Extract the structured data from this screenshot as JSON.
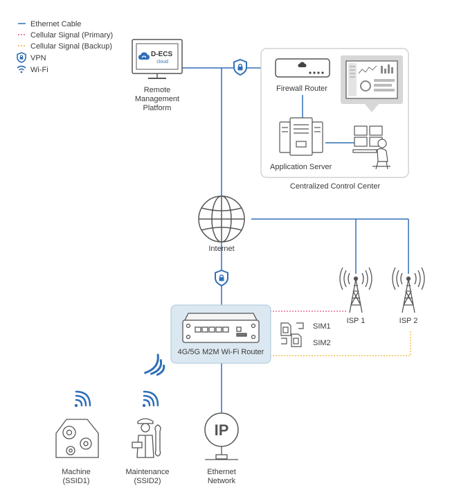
{
  "legend": {
    "ethernet": "Ethernet Cable",
    "cellular_primary": "Cellular Signal (Primary)",
    "cellular_backup": "Cellular Signal (Backup)",
    "vpn": "VPN",
    "wifi": "Wi-Fi"
  },
  "cloud_logo": {
    "brand": "D-ECS",
    "sub": "cloud"
  },
  "nodes": {
    "remote_platform": [
      "Remote",
      "Management",
      "Platform"
    ],
    "firewall_router": "Firewall Router",
    "application_server": "Application Server",
    "control_center": "Centralized Control Center",
    "internet": "Internet",
    "isp1": "ISP 1",
    "isp2": "ISP 2",
    "m2m_router": "4G/5G M2M Wi-Fi Router",
    "sim1": "SIM1",
    "sim2": "SIM2",
    "machine": [
      "Machine",
      "(SSID1)"
    ],
    "maintenance": [
      "Maintenance",
      "(SSID2)"
    ],
    "ethernet_network": [
      "Ethernet",
      "Network"
    ],
    "ip": "IP"
  },
  "colors": {
    "ethernet": "#2f6fb7",
    "cellular_primary": "#e0507a",
    "cellular_backup": "#f0b030",
    "icon_stroke": "#555555",
    "router_box": "#dbe8f1",
    "control_center_border": "#c8c8c8"
  }
}
